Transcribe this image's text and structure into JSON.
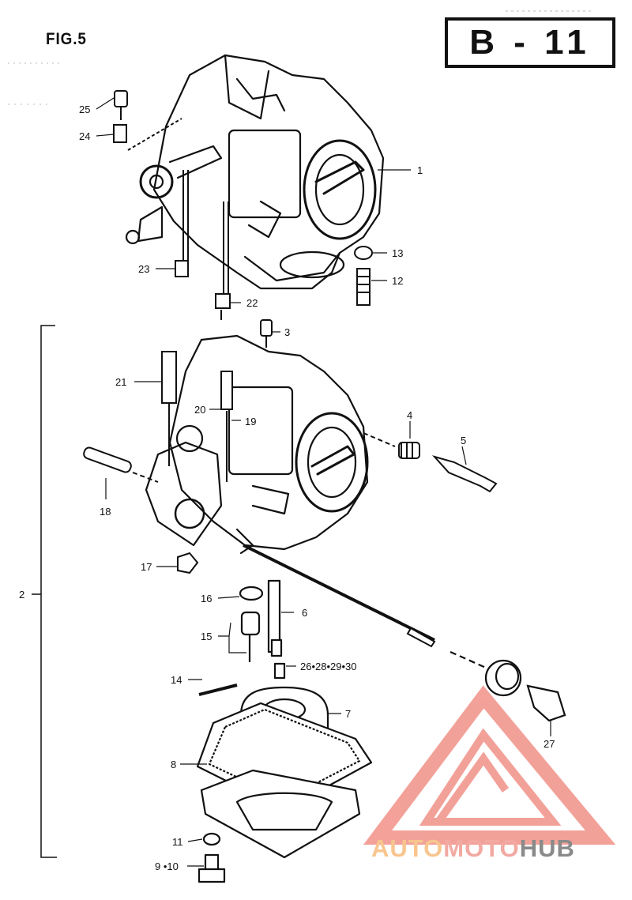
{
  "header": {
    "figure_label": "FIG.5",
    "diagram_code": "B - 11"
  },
  "group_labels": {
    "assembly": "2"
  },
  "callouts": [
    {
      "id": "c1",
      "text": "1"
    },
    {
      "id": "c13",
      "text": "13"
    },
    {
      "id": "c12",
      "text": "12"
    },
    {
      "id": "c25",
      "text": "25"
    },
    {
      "id": "c24",
      "text": "24"
    },
    {
      "id": "c23",
      "text": "23"
    },
    {
      "id": "c22",
      "text": "22"
    },
    {
      "id": "c3",
      "text": "3"
    },
    {
      "id": "c21",
      "text": "21"
    },
    {
      "id": "c20",
      "text": "20"
    },
    {
      "id": "c19",
      "text": "19"
    },
    {
      "id": "c4",
      "text": "4"
    },
    {
      "id": "c5",
      "text": "5"
    },
    {
      "id": "c18",
      "text": "18"
    },
    {
      "id": "c17",
      "text": "17"
    },
    {
      "id": "c16",
      "text": "16"
    },
    {
      "id": "c6",
      "text": "6"
    },
    {
      "id": "c15",
      "text": "15"
    },
    {
      "id": "c26",
      "text": "26•28•29•30"
    },
    {
      "id": "c14",
      "text": "14"
    },
    {
      "id": "c7",
      "text": "7"
    },
    {
      "id": "c8",
      "text": "8"
    },
    {
      "id": "c27",
      "text": "27"
    },
    {
      "id": "c11",
      "text": "11"
    },
    {
      "id": "c9",
      "text": "9 •10"
    }
  ],
  "watermark": {
    "part1": "AUTO",
    "part2": "MOTO",
    "part3": "HUB",
    "colors": {
      "auto": "#f8c58f",
      "moto": "#f2a9a1",
      "hub": "#8a8a8a",
      "triangle": "#f08a80"
    }
  }
}
